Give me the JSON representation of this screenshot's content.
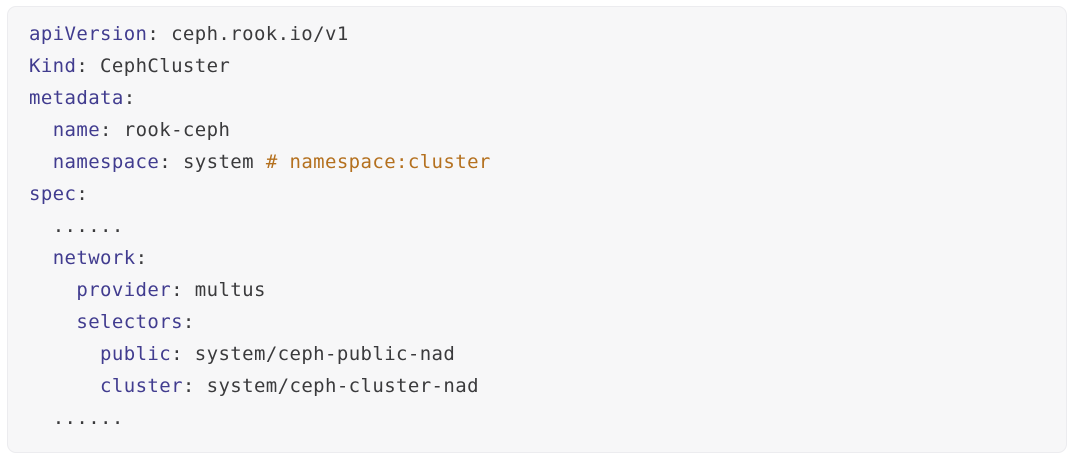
{
  "card": {
    "background_color": "#f7f7f8",
    "border_color": "#ececef",
    "language": "yaml"
  },
  "colors": {
    "key": "#413c8f",
    "value": "#3a3a3c",
    "comment": "#b4701e",
    "punctuation": "#3a3a3c"
  },
  "code": {
    "lines": [
      {
        "indent": "",
        "key": "apiVersion",
        "sep": ": ",
        "value": "ceph.rook.io/v1",
        "comment": ""
      },
      {
        "indent": "",
        "key": "Kind",
        "sep": ": ",
        "value": "CephCluster",
        "comment": ""
      },
      {
        "indent": "",
        "key": "metadata",
        "sep": ":",
        "value": "",
        "comment": ""
      },
      {
        "indent": "  ",
        "key": "name",
        "sep": ": ",
        "value": "rook-ceph",
        "comment": ""
      },
      {
        "indent": "  ",
        "key": "namespace",
        "sep": ": ",
        "value": "system ",
        "comment": "# namespace:cluster"
      },
      {
        "indent": "",
        "key": "spec",
        "sep": ":",
        "value": "",
        "comment": ""
      },
      {
        "indent": "  ",
        "key": "",
        "sep": "",
        "value": "......",
        "comment": ""
      },
      {
        "indent": "  ",
        "key": "network",
        "sep": ":",
        "value": "",
        "comment": ""
      },
      {
        "indent": "    ",
        "key": "provider",
        "sep": ": ",
        "value": "multus",
        "comment": ""
      },
      {
        "indent": "    ",
        "key": "selectors",
        "sep": ":",
        "value": "",
        "comment": ""
      },
      {
        "indent": "      ",
        "key": "public",
        "sep": ": ",
        "value": "system/ceph-public-nad",
        "comment": ""
      },
      {
        "indent": "      ",
        "key": "cluster",
        "sep": ": ",
        "value": "system/ceph-cluster-nad",
        "comment": ""
      },
      {
        "indent": "  ",
        "key": "",
        "sep": "",
        "value": "......",
        "comment": ""
      }
    ]
  }
}
